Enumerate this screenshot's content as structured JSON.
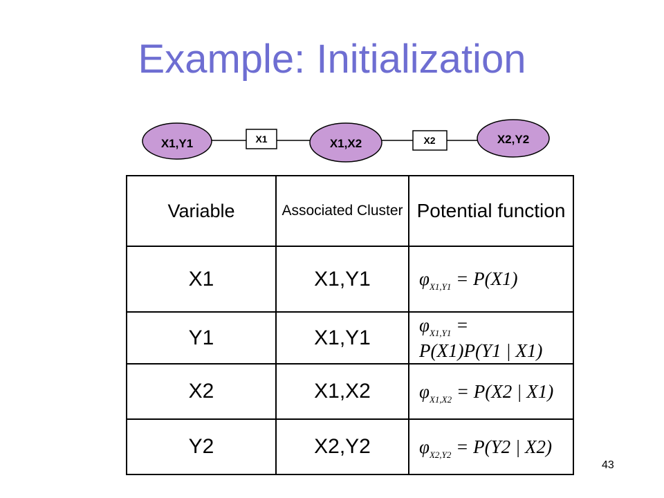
{
  "slide": {
    "title": "Example: Initialization",
    "page_number": "43"
  },
  "cluster_tree": {
    "nodes": [
      "X1,Y1",
      "X1,X2",
      "X2,Y2"
    ],
    "separators": [
      "X1",
      "X2"
    ]
  },
  "table": {
    "headers": [
      "Variable",
      "Associated Cluster",
      "Potential function"
    ],
    "rows": [
      {
        "variable": "X1",
        "cluster": "X1,Y1",
        "phi": "φ",
        "sub": "X1,Y1",
        "eq": " = P(X1)"
      },
      {
        "variable": "Y1",
        "cluster": "X1,Y1",
        "phi": "φ",
        "sub": "X1,Y1",
        "eq": " =",
        "eq2": "P(X1)P(Y1 | X1)"
      },
      {
        "variable": "X2",
        "cluster": "X1,X2",
        "phi": "φ",
        "sub": "X1,X2",
        "eq": " = P(X2 | X1)"
      },
      {
        "variable": "Y2",
        "cluster": "X2,Y2",
        "phi": "φ",
        "sub": "X2,Y2",
        "eq": " = P(Y2 | X2)"
      }
    ]
  },
  "colors": {
    "title": "#6e6ed2",
    "node_fill": "#c89ad6",
    "separator_fill": "#ffffff"
  }
}
